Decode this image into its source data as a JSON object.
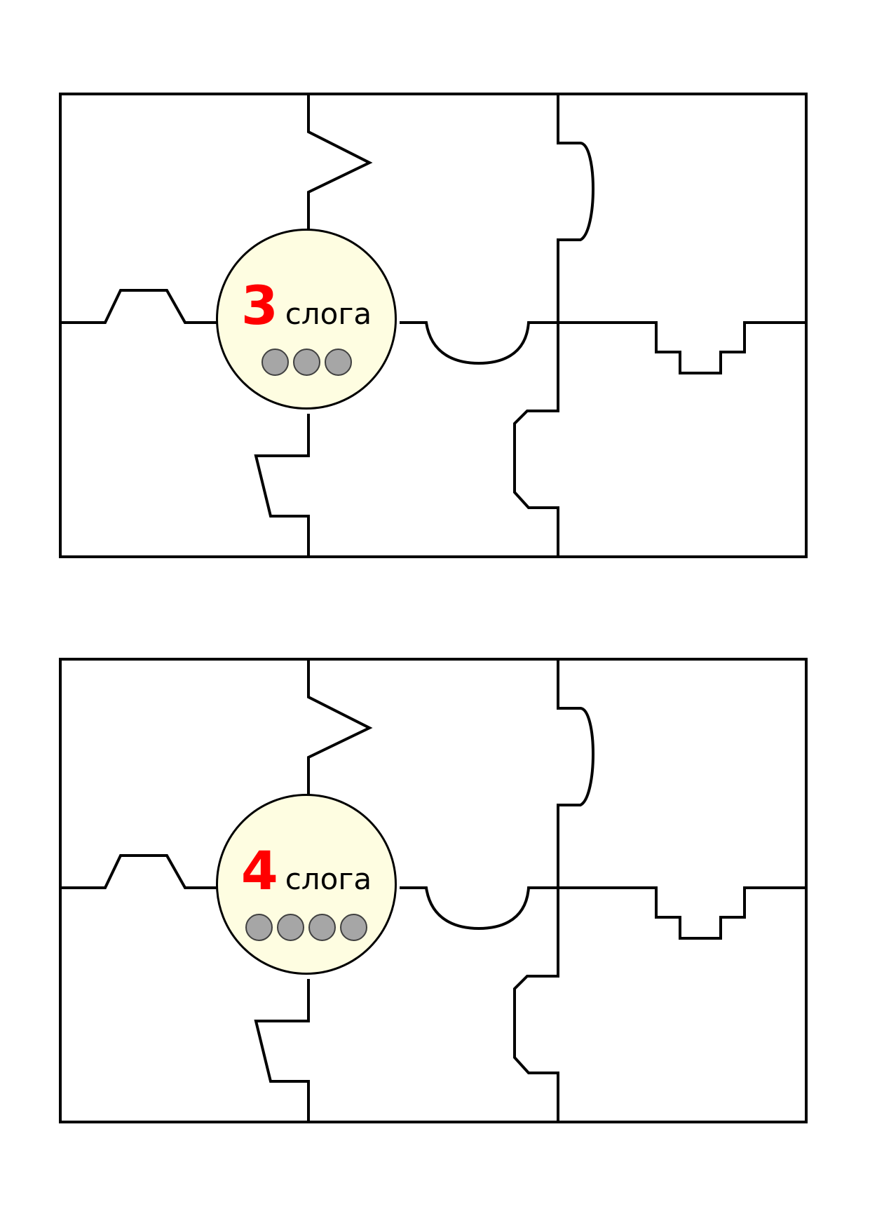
{
  "cards": [
    {
      "number": "3",
      "word": "слога",
      "syllable_dots": 3
    },
    {
      "number": "4",
      "word": "слога",
      "syllable_dots": 4
    }
  ],
  "colors": {
    "number": "#ff0000",
    "badge_fill": "#fefde1",
    "dot_fill": "#a6a6a6",
    "outline": "#000000"
  }
}
